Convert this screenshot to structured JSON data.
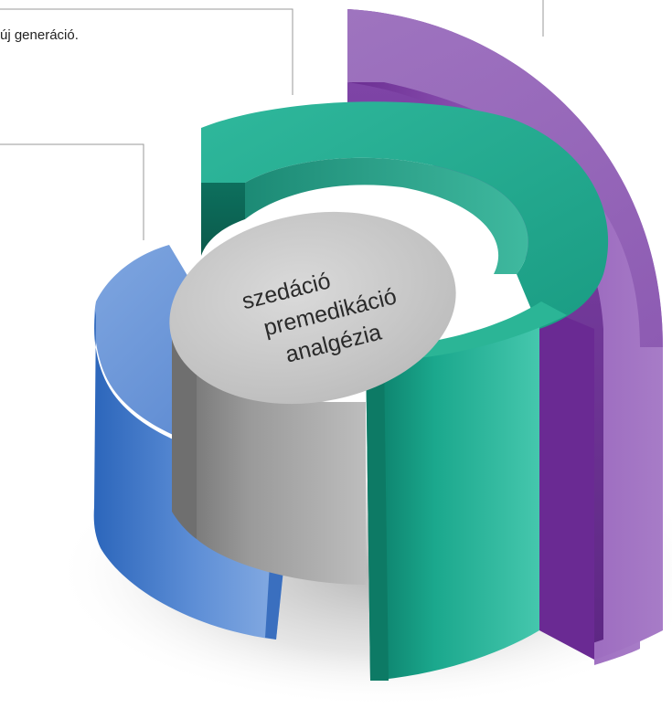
{
  "callout": {
    "text": "új generáció."
  },
  "core": {
    "lines": [
      "szedáció",
      "premedikáció",
      "analgézia"
    ]
  },
  "colors": {
    "purple": "#8a4fae",
    "teal": "#1aa68c",
    "blue": "#4a7fcf",
    "core": "#c9c9c9",
    "leader_line": "#9a9a9a"
  }
}
